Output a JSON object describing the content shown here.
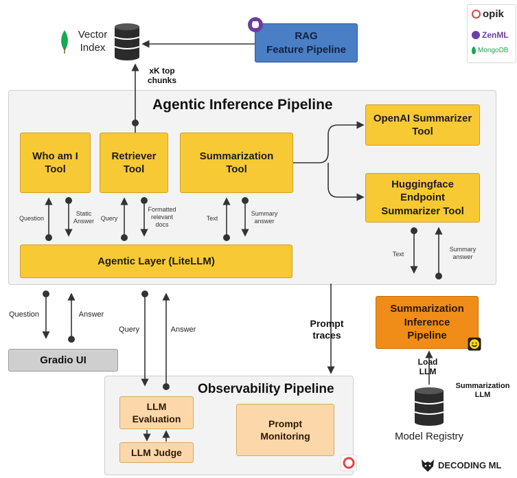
{
  "vector_index": {
    "label": "Vector\nIndex",
    "icon": "database-icon",
    "logo": "mongodb-leaf-icon"
  },
  "rag_pipeline": {
    "label": "RAG\nFeature Pipeline",
    "badge": "zenml-icon"
  },
  "top_chunks_label": "xK top\nchunks",
  "logos": {
    "opik": "opik",
    "zenml": "ZenML",
    "mongodb": "MongoDB"
  },
  "agentic": {
    "title": "Agentic Inference Pipeline",
    "who_am_i": "Who am I\nTool",
    "retriever": "Retriever\nTool",
    "summarization": "Summarization\nTool",
    "openai": "OpenAI Summarizer\nTool",
    "huggingface": "Huggingface\nEndpoint\nSummarizer Tool",
    "layer": "Agentic Layer (LiteLLM)",
    "arrows": {
      "question": "Question",
      "static_answer": "Static\nAnswer",
      "query": "Query",
      "formatted_docs": "Formatted\nrelevant\ndocs",
      "text": "Text",
      "summary_answer": "Summary\nanswer",
      "hf_text": "Text",
      "hf_summary": "Summary\nanswer"
    }
  },
  "gradio": {
    "label": "Gradio UI",
    "question": "Question",
    "answer": "Answer"
  },
  "obs_arrows": {
    "query": "Query",
    "answer": "Answer"
  },
  "prompt_traces": "Prompt\ntraces",
  "summarization_inference": {
    "label": "Summarization\nInference\nPipeline",
    "badge": "hugging-face-icon"
  },
  "load_llm": "Load\nLLM",
  "summarization_llm": "Summarization\nLLM",
  "model_registry": {
    "label": "Model Registry",
    "icon": "database-icon"
  },
  "observability": {
    "title": "Observability Pipeline",
    "llm_evaluation": "LLM\nEvaluation",
    "llm_judge": "LLM Judge",
    "prompt_monitoring": "Prompt\nMonitoring",
    "badge": "opik-icon"
  },
  "brand": {
    "name": "DECODING ML",
    "icon": "wolf-icon"
  },
  "colors": {
    "yellow": "#f7c934",
    "blue": "#4a7ec5",
    "orange": "#ef8d18",
    "peach": "#fcd7a9",
    "panel": "#f3f3f3",
    "mongodb_green": "#13aa52",
    "zenml_purple": "#6b3fa0",
    "opik_red": "#e2433b"
  }
}
